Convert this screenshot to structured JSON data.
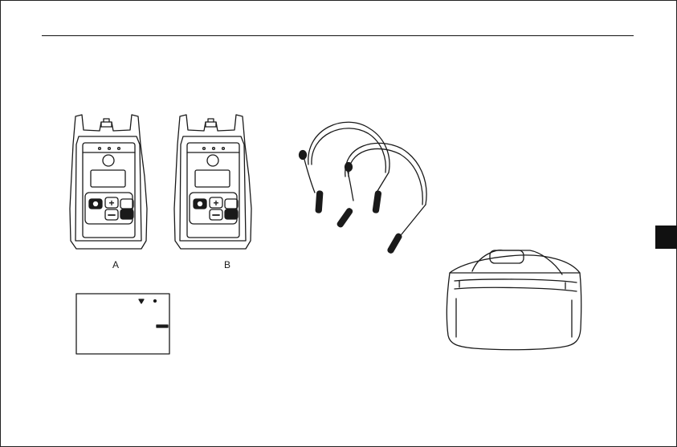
{
  "page": {
    "background": "#ffffff",
    "ink": "#1a1a1a",
    "tab_color": "#111111"
  },
  "figures": {
    "device_a": {
      "label": "A",
      "icon": "fiber-optic-test-set-device"
    },
    "device_b": {
      "label": "B",
      "icon": "fiber-optic-test-set-device"
    },
    "headsets": {
      "icon": "headset-pair-icon"
    },
    "carry_bag": {
      "icon": "carry-bag-icon"
    },
    "display_card": {
      "icon": "lcd-display-card"
    }
  }
}
